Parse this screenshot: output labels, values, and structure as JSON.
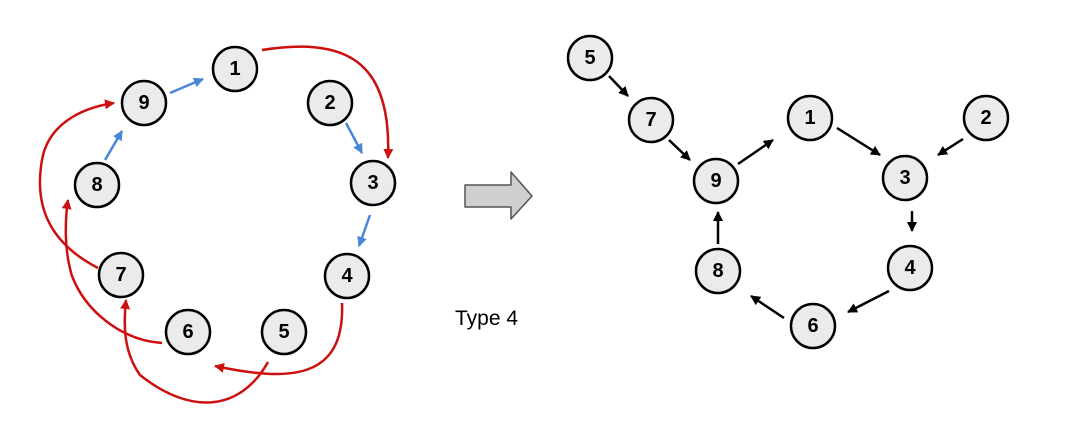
{
  "caption": "Type 4",
  "colors": {
    "node_fill": "#ebebeb",
    "node_stroke": "#000000",
    "blue_edge": "#4a86d8",
    "red_edge": "#cc1010",
    "black_edge": "#000000",
    "transform_arrow_fill": "#cfcfcf",
    "transform_arrow_stroke": "#555555"
  },
  "left_graph": {
    "nodes": [
      "1",
      "2",
      "3",
      "4",
      "5",
      "6",
      "7",
      "8",
      "9"
    ],
    "edges": [
      {
        "from": "9",
        "to": "1",
        "color": "blue"
      },
      {
        "from": "8",
        "to": "9",
        "color": "blue"
      },
      {
        "from": "2",
        "to": "3",
        "color": "blue"
      },
      {
        "from": "3",
        "to": "4",
        "color": "blue"
      },
      {
        "from": "1",
        "to": "3",
        "color": "red"
      },
      {
        "from": "4",
        "to": "6",
        "color": "red"
      },
      {
        "from": "5",
        "to": "7",
        "color": "red"
      },
      {
        "from": "6",
        "to": "8",
        "color": "red"
      },
      {
        "from": "7",
        "to": "9",
        "color": "red"
      }
    ]
  },
  "right_graph": {
    "nodes": [
      "1",
      "2",
      "3",
      "4",
      "5",
      "6",
      "7",
      "8",
      "9"
    ],
    "edges": [
      {
        "from": "5",
        "to": "7"
      },
      {
        "from": "7",
        "to": "9"
      },
      {
        "from": "9",
        "to": "1"
      },
      {
        "from": "1",
        "to": "3"
      },
      {
        "from": "2",
        "to": "3"
      },
      {
        "from": "3",
        "to": "4"
      },
      {
        "from": "4",
        "to": "6"
      },
      {
        "from": "6",
        "to": "8"
      },
      {
        "from": "8",
        "to": "9"
      }
    ]
  }
}
